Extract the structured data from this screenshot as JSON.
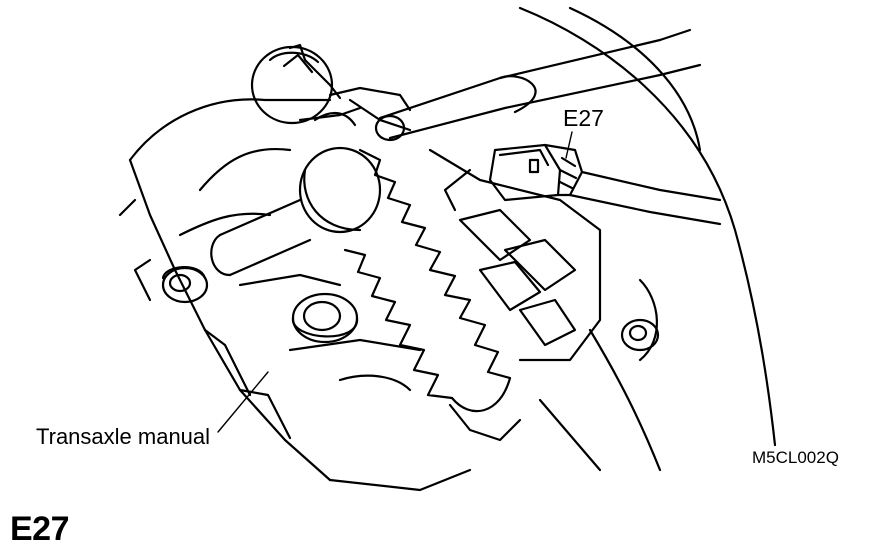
{
  "figure": {
    "callouts": {
      "connector": "E27",
      "component": "Transaxle manual",
      "figure_code": "M5CL002Q"
    },
    "heading": "E27"
  }
}
